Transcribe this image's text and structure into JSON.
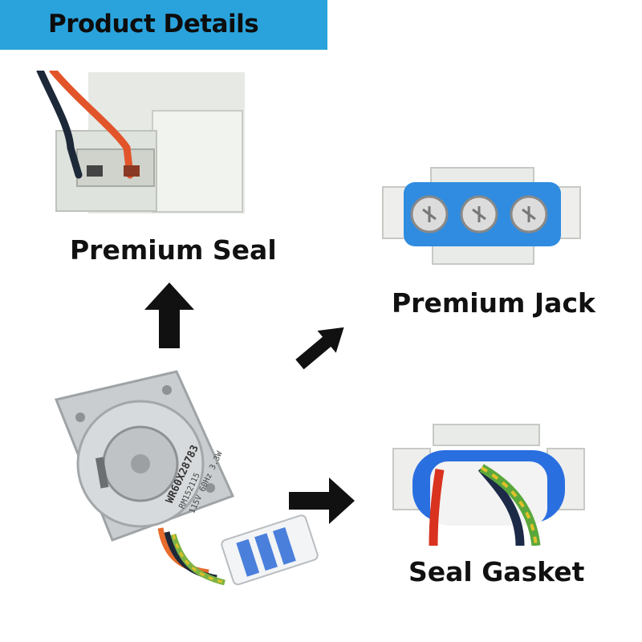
{
  "banner": {
    "title": "Product Details",
    "color": "#2aa3dc"
  },
  "captions": {
    "premium_seal": "Premium Seal",
    "premium_jack": "Premium Jack",
    "seal_gasket": "Seal Gasket"
  },
  "motor_label": {
    "model": "WR60X28783",
    "line2": "RM152115",
    "line3": "115V 60Hz 3.3W"
  },
  "icons": [
    "arrow-up-icon",
    "arrow-upright-icon",
    "arrow-right-icon"
  ]
}
